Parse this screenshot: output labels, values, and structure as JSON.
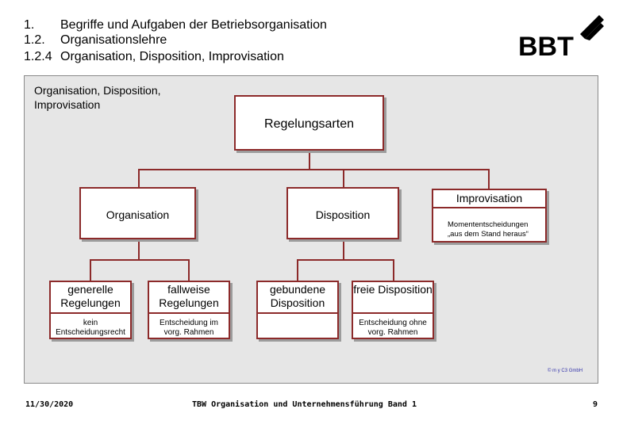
{
  "header": {
    "line1_num": "1.",
    "line1_text": "Begriffe und Aufgaben der Betriebsorganisation",
    "line2_num": "1.2.",
    "line2_text": "Organisationslehre",
    "line3_num": "1.2.4",
    "line3_text": "Organisation, Disposition, Improvisation"
  },
  "logo": {
    "text": "BBT"
  },
  "panel": {
    "title": "Organisation, Disposition, Improvisation",
    "root": "Regelungsarten",
    "organisation": "Organisation",
    "disposition": "Disposition",
    "improvisation": "Improvisation",
    "improvisation_note": "Momententscheidungen „aus dem Stand heraus“",
    "leaf1": "generelle Regelungen",
    "leaf1_note": "kein Entscheidungsrecht",
    "leaf2": "fallweise Regelungen",
    "leaf2_note": "Entscheidung im vorg. Rahmen",
    "leaf3": "gebundene Disposition",
    "leaf3_note": "",
    "leaf4": "freie Disposition",
    "leaf4_note": "Entscheidung ohne vorg. Rahmen",
    "copyright": "© m y C3 GmbH"
  },
  "footer": {
    "date": "11/30/2020",
    "course": "TBW Organisation und Unternehmensführung Band 1",
    "page": "9"
  },
  "colors": {
    "accent": "#8c2a2a",
    "panel_bg": "#e6e6e6",
    "shadow": "#9c9c9c"
  }
}
